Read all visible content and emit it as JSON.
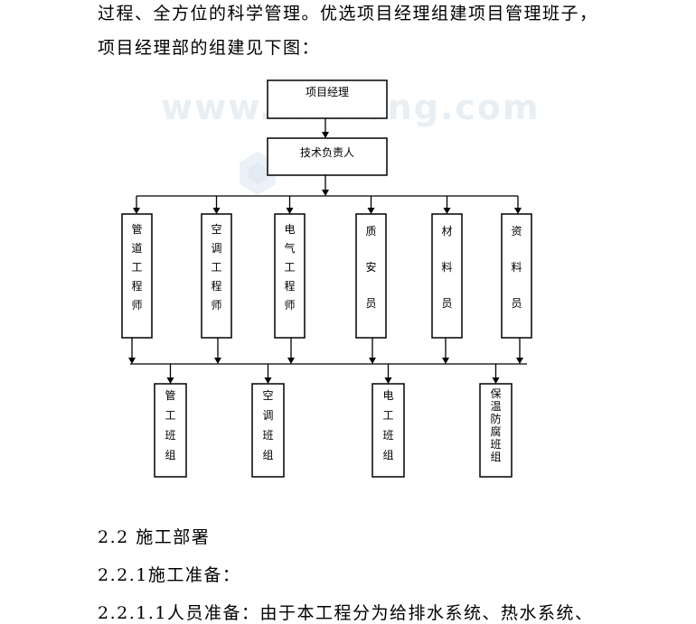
{
  "doc": {
    "line1": "过程、全方位的科学管理。优选项目经理组建项目管理班子，",
    "line2": "项目经理部的组建见下图：",
    "section_2_2": "2.2 施工部署",
    "section_2_2_1": "2.2.1施工准备：",
    "section_2_2_1_1": "2.2.1.1人员准备：由于本工程分为给排水系统、热水系统、"
  },
  "watermark": "www.zhulong.com",
  "org_chart": {
    "top": "项目经理",
    "second": "技术负责人",
    "roles": [
      "管道工程师",
      "空调工程师",
      "电气工程师",
      "质安员",
      "材料员",
      "资料员"
    ],
    "teams": [
      "管工班组",
      "空调班组",
      "电工班组",
      "保温防腐班组"
    ]
  }
}
